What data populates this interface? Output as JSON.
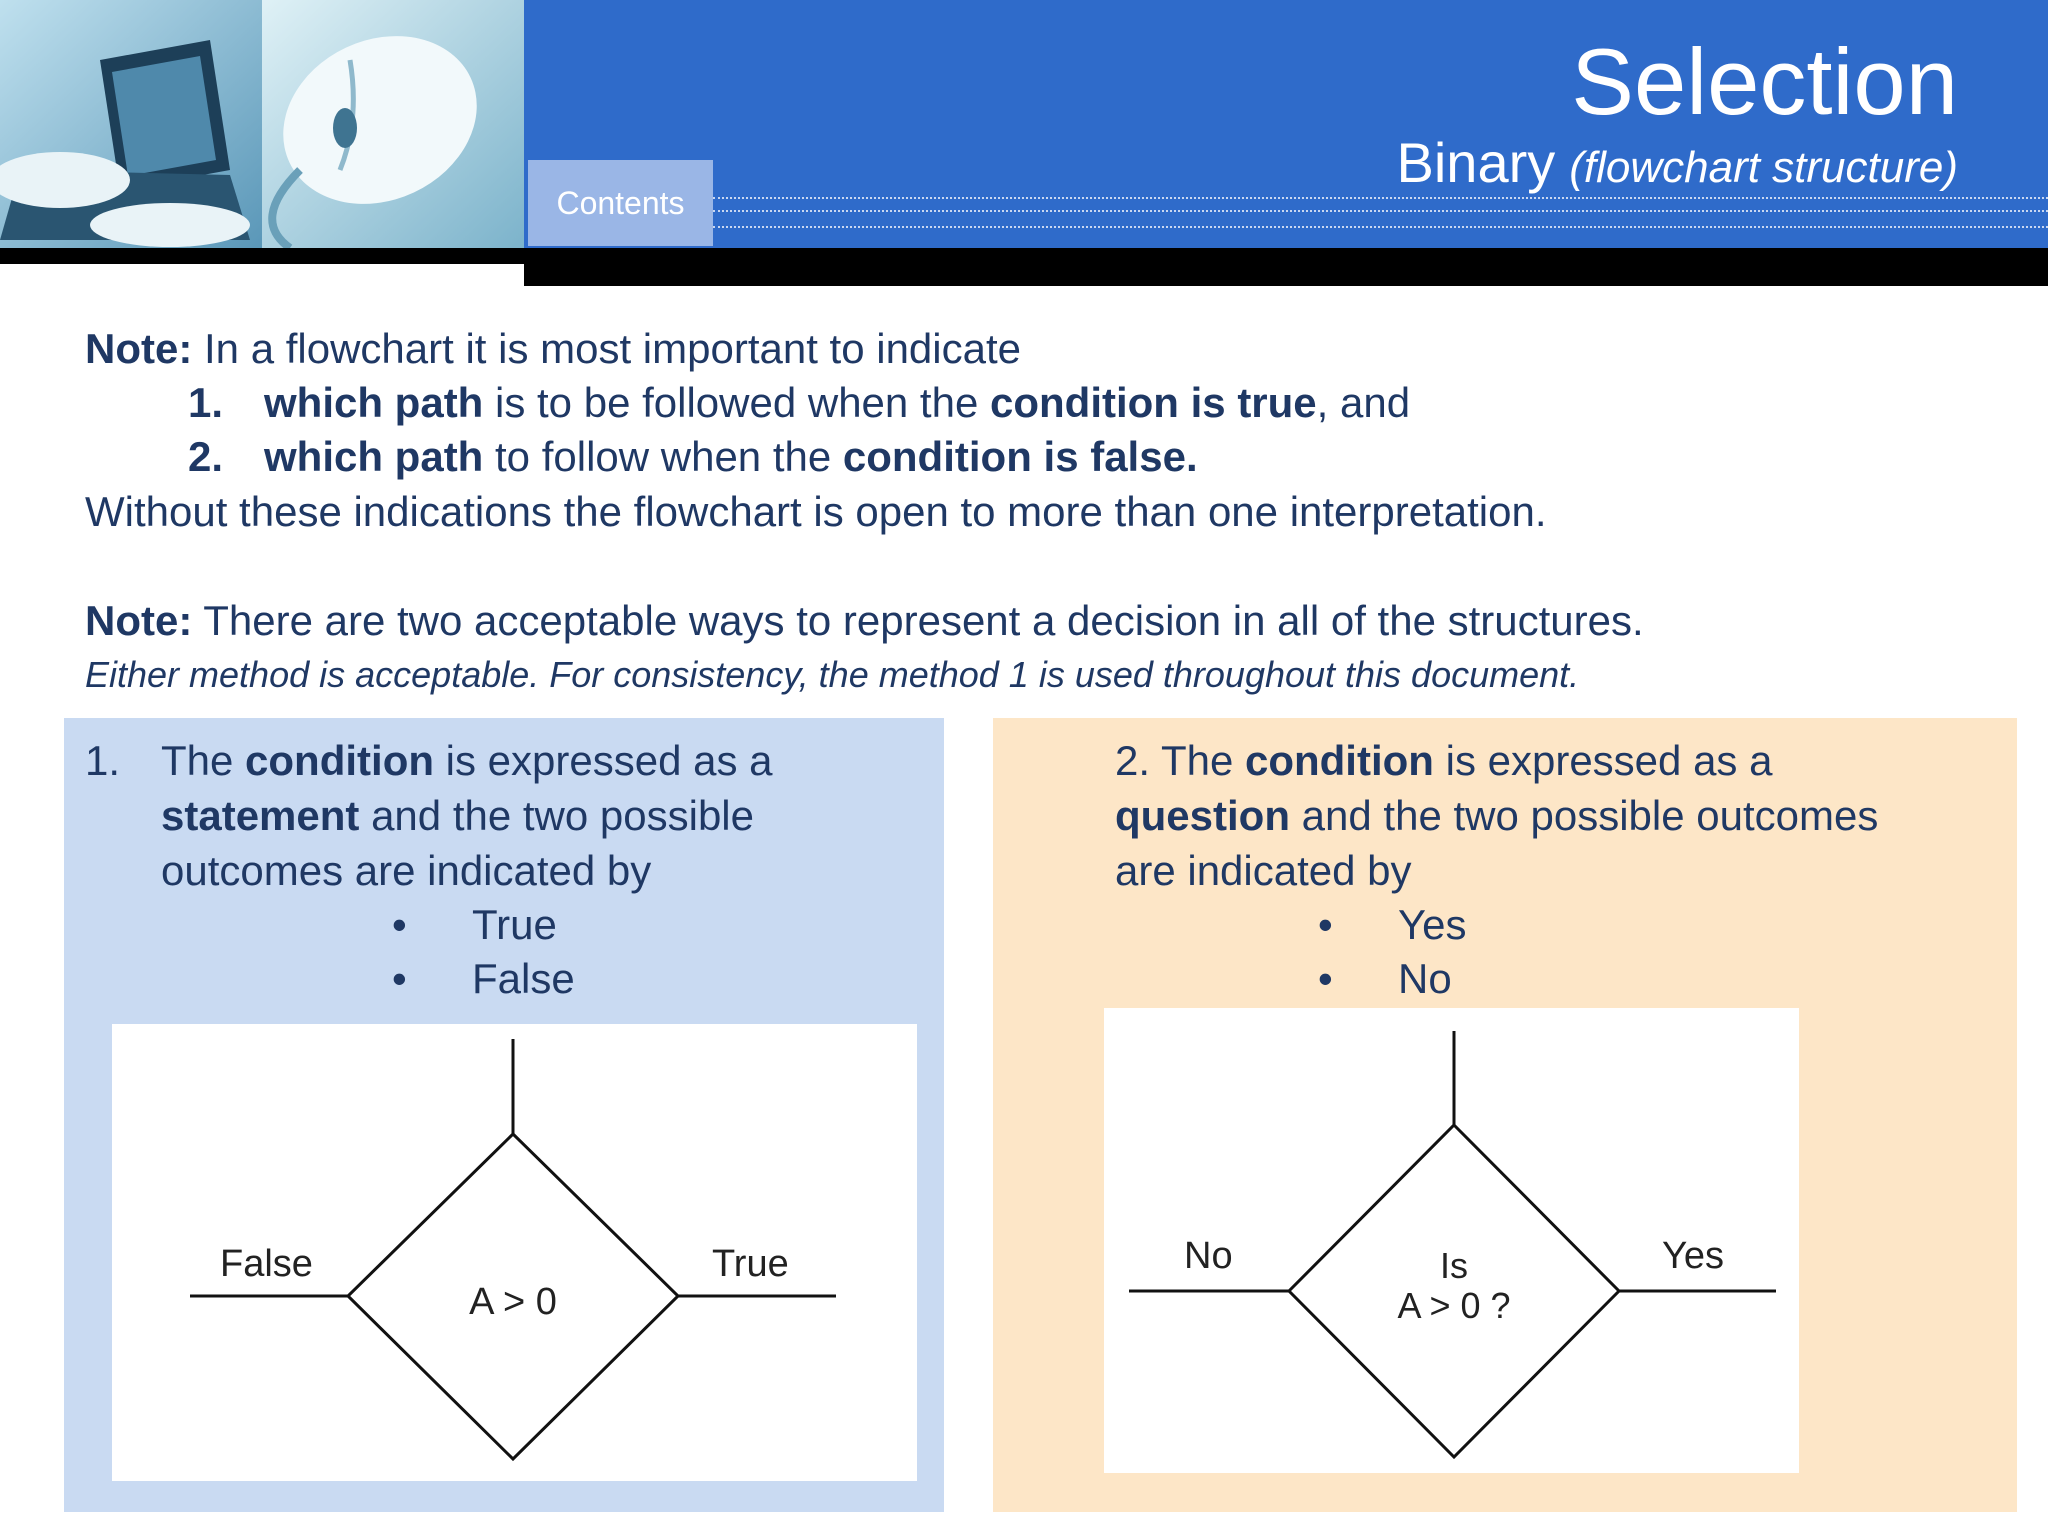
{
  "header": {
    "title": "Selection",
    "subtitle_main": "Binary",
    "subtitle_italic": "(flowchart structure)",
    "contents_tab": "Contents"
  },
  "note1": {
    "label": "Note:",
    "text": " In a flowchart it is most important to indicate",
    "items": [
      {
        "num": "1.",
        "bold1": "which path",
        "text1": " is to be followed when the ",
        "bold2": "condition is true",
        "text2": ", and"
      },
      {
        "num": "2.",
        "bold1": "which path",
        "text1": " to follow when the ",
        "bold2": "condition is false.",
        "text2": ""
      }
    ],
    "conclusion": "Without these indications the flowchart is open to more than one interpretation."
  },
  "note2": {
    "label": "Note:",
    "text": " There are two acceptable ways to represent a decision in all of the structures.",
    "italic": "Either method is acceptable. For consistency, the method 1 is used throughout this document."
  },
  "method1": {
    "num": "1.",
    "line1_a": "The ",
    "line1_b": "condition",
    "line1_c": " is expressed as a",
    "line2_a": "statement",
    "line2_b": " and the two possible",
    "line3": "outcomes are indicated by",
    "bullets": [
      "True",
      "False"
    ],
    "bullet_char": "•",
    "flowchart": {
      "left_label": "False",
      "right_label": "True",
      "condition": "A > 0"
    }
  },
  "method2": {
    "line1_a": "2.  The ",
    "line1_b": "condition",
    "line1_c": " is expressed as a",
    "line2_a": "question",
    "line2_b": " and the two possible outcomes",
    "line3": "are indicated by",
    "bullets": [
      "Yes",
      "No"
    ],
    "bullet_char": "•",
    "flowchart": {
      "left_label": "No",
      "right_label": "Yes",
      "condition_line1": "Is",
      "condition_line2": "A > 0 ?"
    }
  },
  "colors": {
    "header_blue": "#2f6bca",
    "text_navy": "#1f3864",
    "panel_blue": "#c9daf2",
    "panel_orange": "#fde6c7"
  }
}
